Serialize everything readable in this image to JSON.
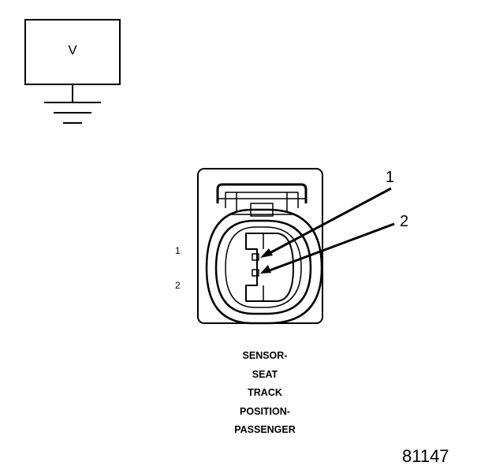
{
  "meter": {
    "label": "V"
  },
  "connector": {
    "side_pin_labels": [
      "1",
      "2"
    ],
    "callouts": [
      "1",
      "2"
    ],
    "caption_lines": [
      "SENSOR-",
      "SEAT",
      "TRACK",
      "POSITION-",
      "PASSENGER"
    ]
  },
  "figure_number": "81147"
}
